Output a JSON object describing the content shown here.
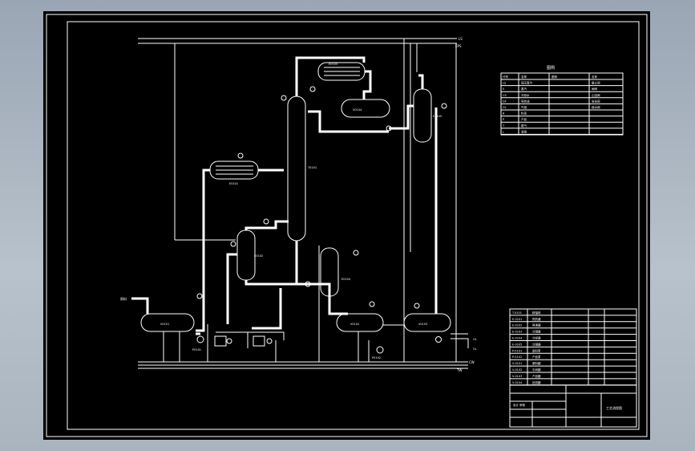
{
  "labels": {
    "ls": "LS",
    "eps": "EPS",
    "feed": "原料",
    "legend_title": "图例",
    "title_block_name": "工艺流程图",
    "cw": "CW",
    "tw": "TW",
    "gl1": "GL",
    "gl2": "GL"
  },
  "equipment": {
    "tower": "T0101",
    "e_top": "E0103",
    "e_feed": "E0101",
    "e_reb": "E0102",
    "e_bot_cool": "E0104",
    "e_cond2": "E0105",
    "v_reflux": "V0104",
    "v_feed": "V0101",
    "v_mid": "V0102",
    "v_prod": "V0103",
    "p_feed": "P0101",
    "p_prod": "P0102"
  },
  "legend": {
    "headers": [
      "代号",
      "名称",
      "图例",
      "名称"
    ],
    "rows": [
      [
        "LS",
        "低压蒸汽",
        "",
        "截止阀"
      ],
      [
        "S",
        "蒸汽",
        "",
        "闸阀"
      ],
      [
        "CS",
        "冷却水",
        "",
        "止回阀"
      ],
      [
        "DF",
        "导热油",
        "",
        "安全阀"
      ],
      [
        "GL",
        "气相",
        "",
        "疏水阀"
      ],
      [
        "B",
        "料液",
        "",
        ""
      ],
      [
        "P",
        "产品",
        "",
        ""
      ],
      [
        "T",
        "尾气",
        "",
        ""
      ],
      [
        "L",
        "液相",
        "",
        ""
      ]
    ]
  },
  "parts_list": {
    "rows": [
      [
        "T-0101",
        "精馏塔"
      ],
      [
        "E-0101",
        "预热器"
      ],
      [
        "E-0102",
        "再沸器"
      ],
      [
        "E-0103",
        "冷凝器"
      ],
      [
        "E-0104",
        "冷却器"
      ],
      [
        "E-0105",
        "冷凝器"
      ],
      [
        "P-0101",
        "进料泵"
      ],
      [
        "P-0102",
        "产品泵"
      ],
      [
        "V-0101",
        "原料罐"
      ],
      [
        "V-0102",
        "中间罐"
      ],
      [
        "V-0103",
        "产品罐"
      ],
      [
        "V-0104",
        "回流罐"
      ]
    ]
  },
  "title_block": {
    "school": "设计  审核",
    "drawing": "工艺流程图"
  }
}
